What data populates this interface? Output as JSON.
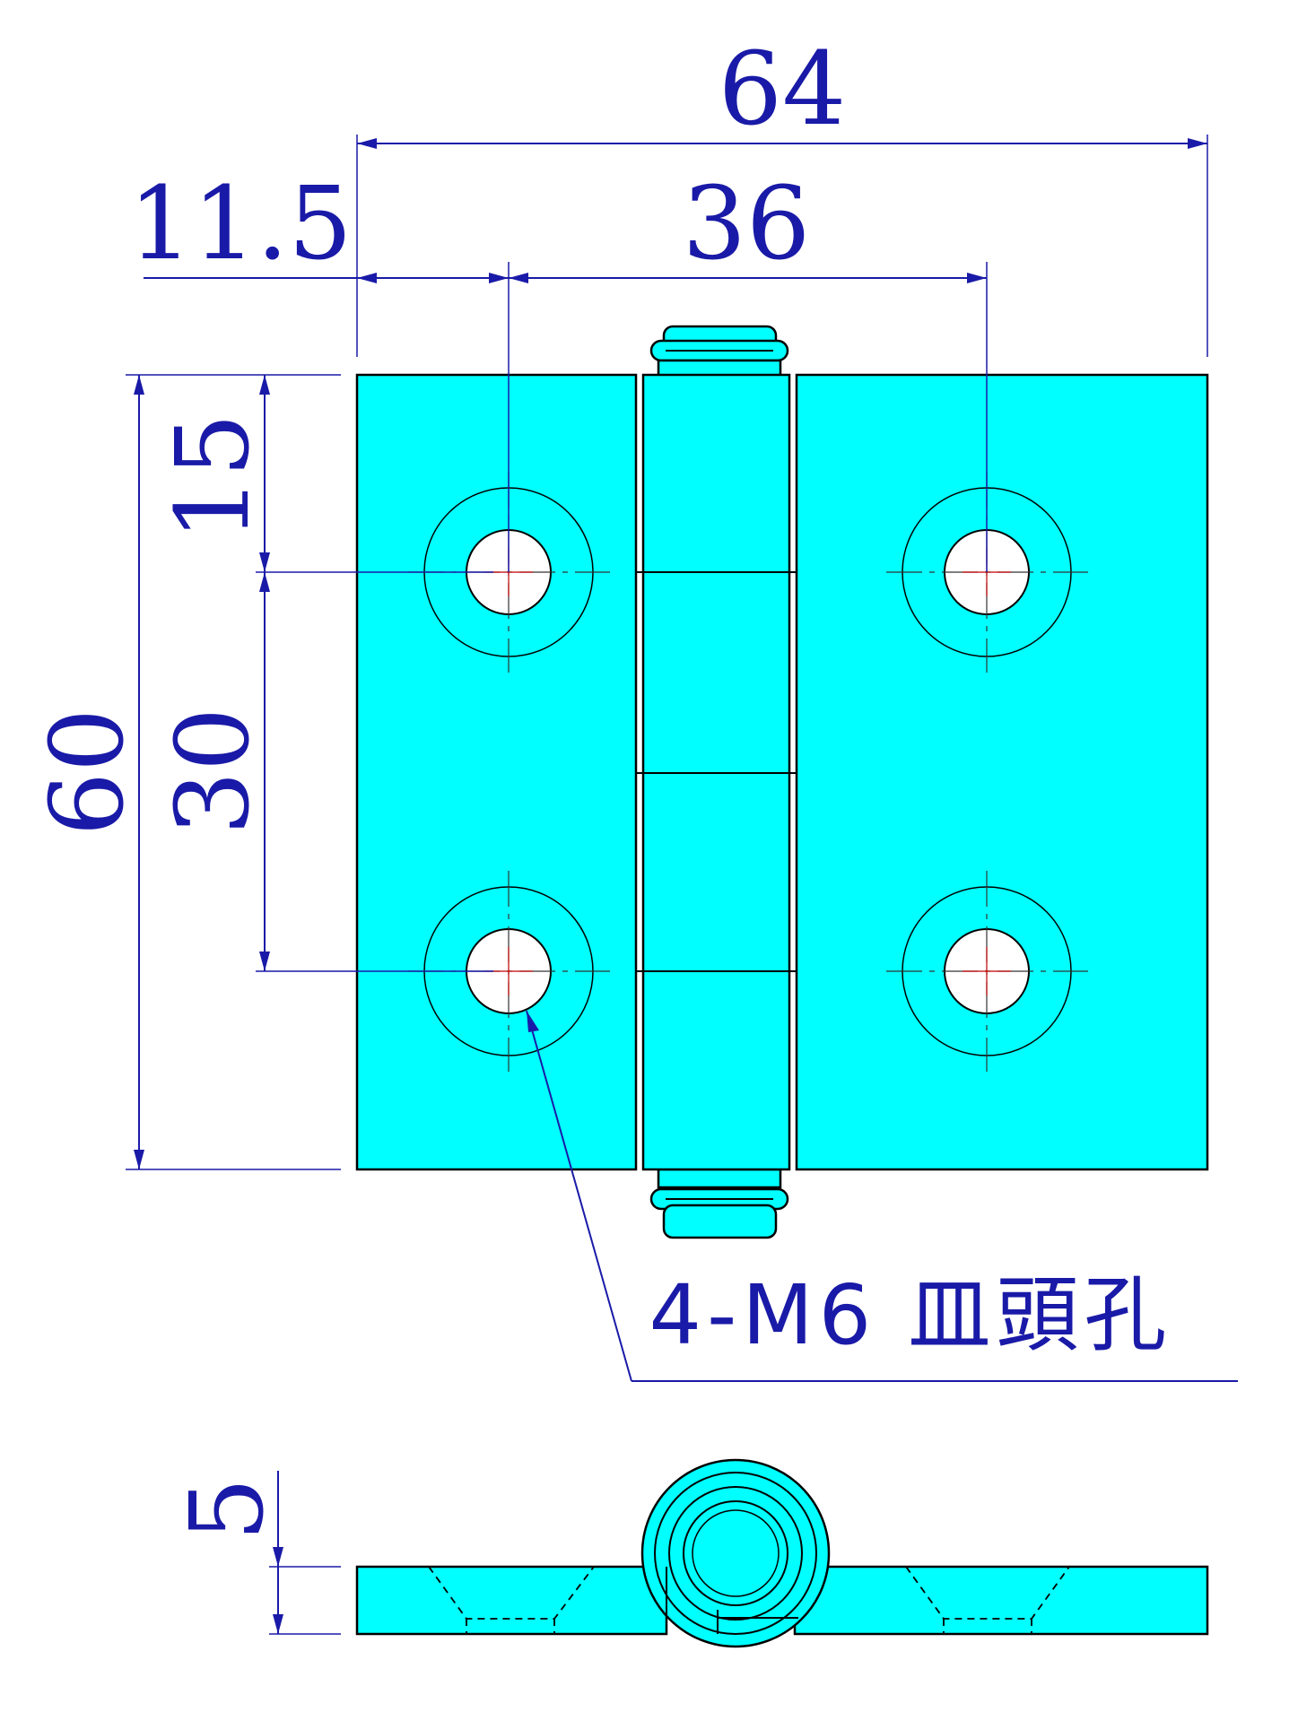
{
  "drawing": {
    "dimensions": {
      "overall_width": "64",
      "hole_spacing_horizontal": "36",
      "edge_to_hole": "11.5",
      "edge_to_hole_vertical": "15",
      "hole_spacing_vertical": "30",
      "overall_height": "60",
      "thickness": "5"
    },
    "callout": "4-M6 皿頭孔",
    "colors": {
      "part_fill": "#00ffff",
      "dimension": "#1a1aa8",
      "outline": "#000000",
      "centerline": "#c00000"
    }
  }
}
